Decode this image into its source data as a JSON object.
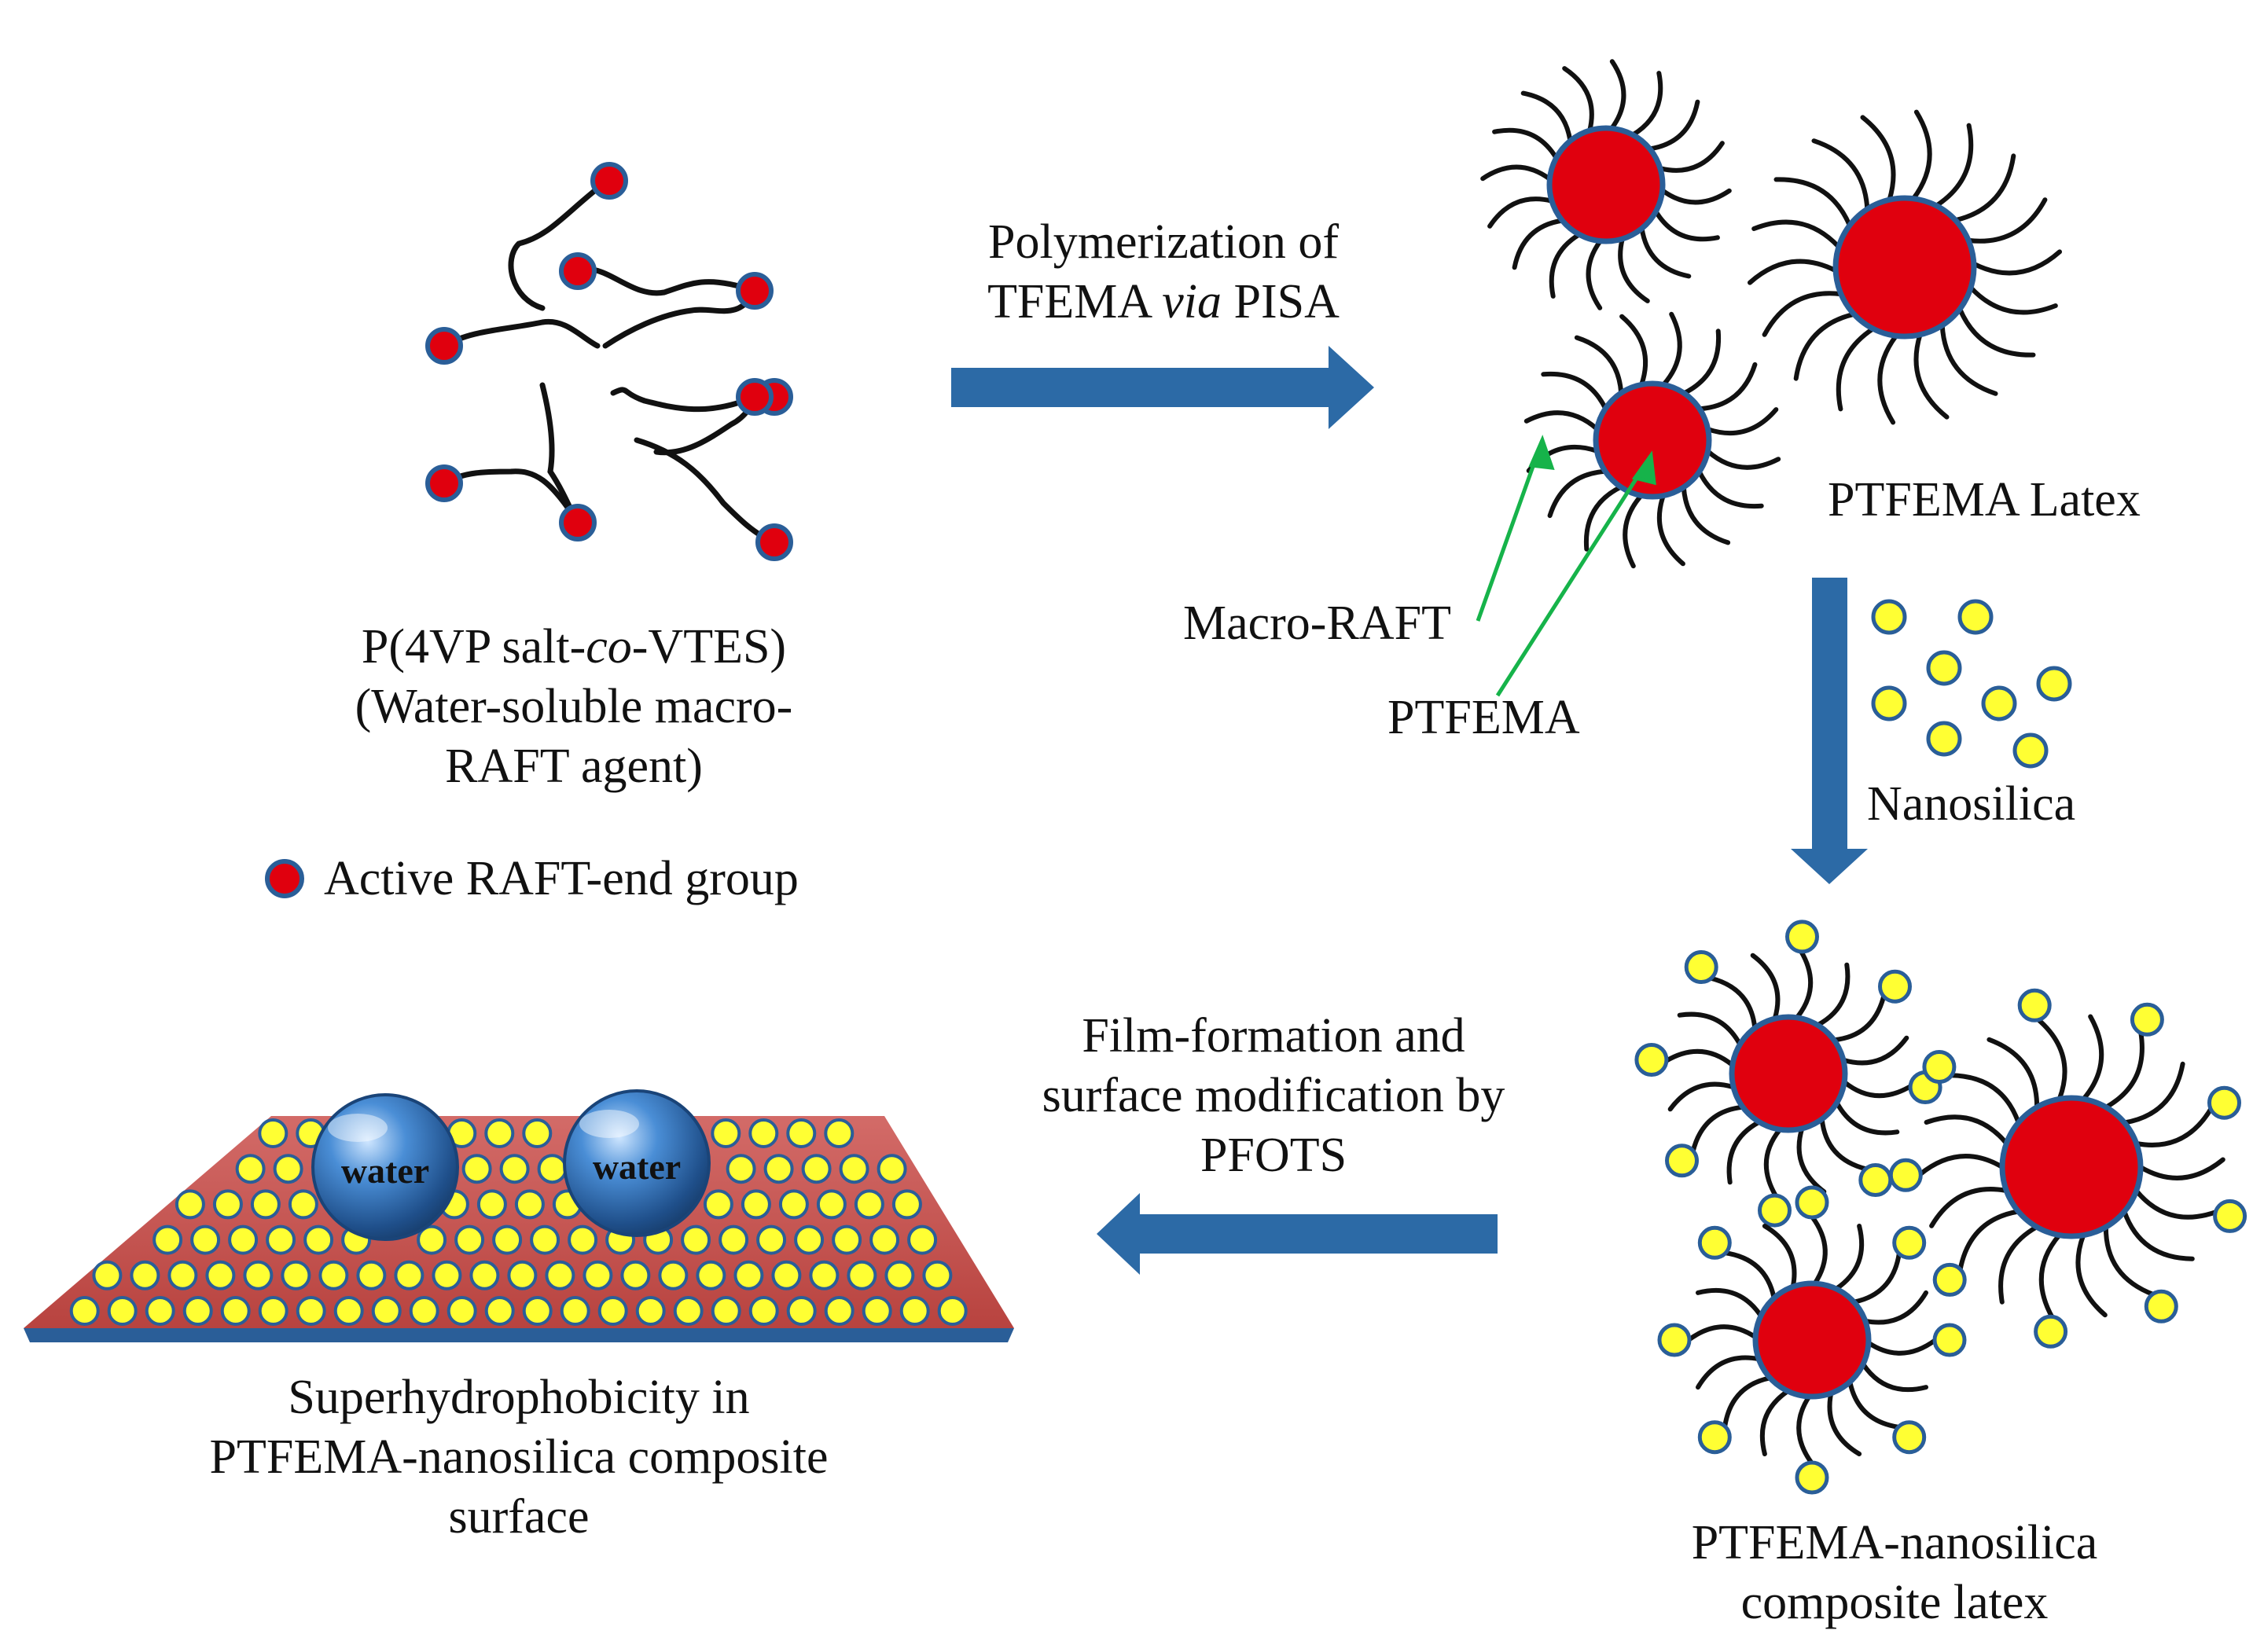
{
  "colors": {
    "core_red": "#e0000e",
    "core_outline": "#2a5e98",
    "silica_yellow": "#ffff33",
    "arrow_blue": "#2c6aa6",
    "green_pointer": "#16b34a",
    "chain_black": "#111111",
    "film_red": "#c0504d",
    "water_blue": "#2a5e98"
  },
  "macro_raft": {
    "line1_pre": "P(4VP salt-",
    "line1_italic": "co",
    "line1_post": "-VTES)",
    "line2": "(Water-soluble macro-",
    "line3": "RAFT agent)",
    "legend": "Active RAFT-end group"
  },
  "step1": {
    "line1": "Polymerization of",
    "line2_pre": "TFEMA ",
    "line2_italic": "via",
    "line2_post": " PISA"
  },
  "latex": {
    "label": "PTFEMA Latex",
    "pointer_macro_raft": "Macro-RAFT",
    "pointer_ptfema": "PTFEMA"
  },
  "step2": {
    "label": "Nanosilica"
  },
  "composite_latex": {
    "line1": "PTFEMA-nanosilica",
    "line2": "composite latex"
  },
  "step3": {
    "line1": "Film-formation and",
    "line2": "surface modification by",
    "line3": "PFOTS"
  },
  "surface": {
    "droplet_label": "water",
    "line1": "Superhydrophobicity in",
    "line2": "PTFEMA-nanosilica composite",
    "line3": "surface"
  }
}
